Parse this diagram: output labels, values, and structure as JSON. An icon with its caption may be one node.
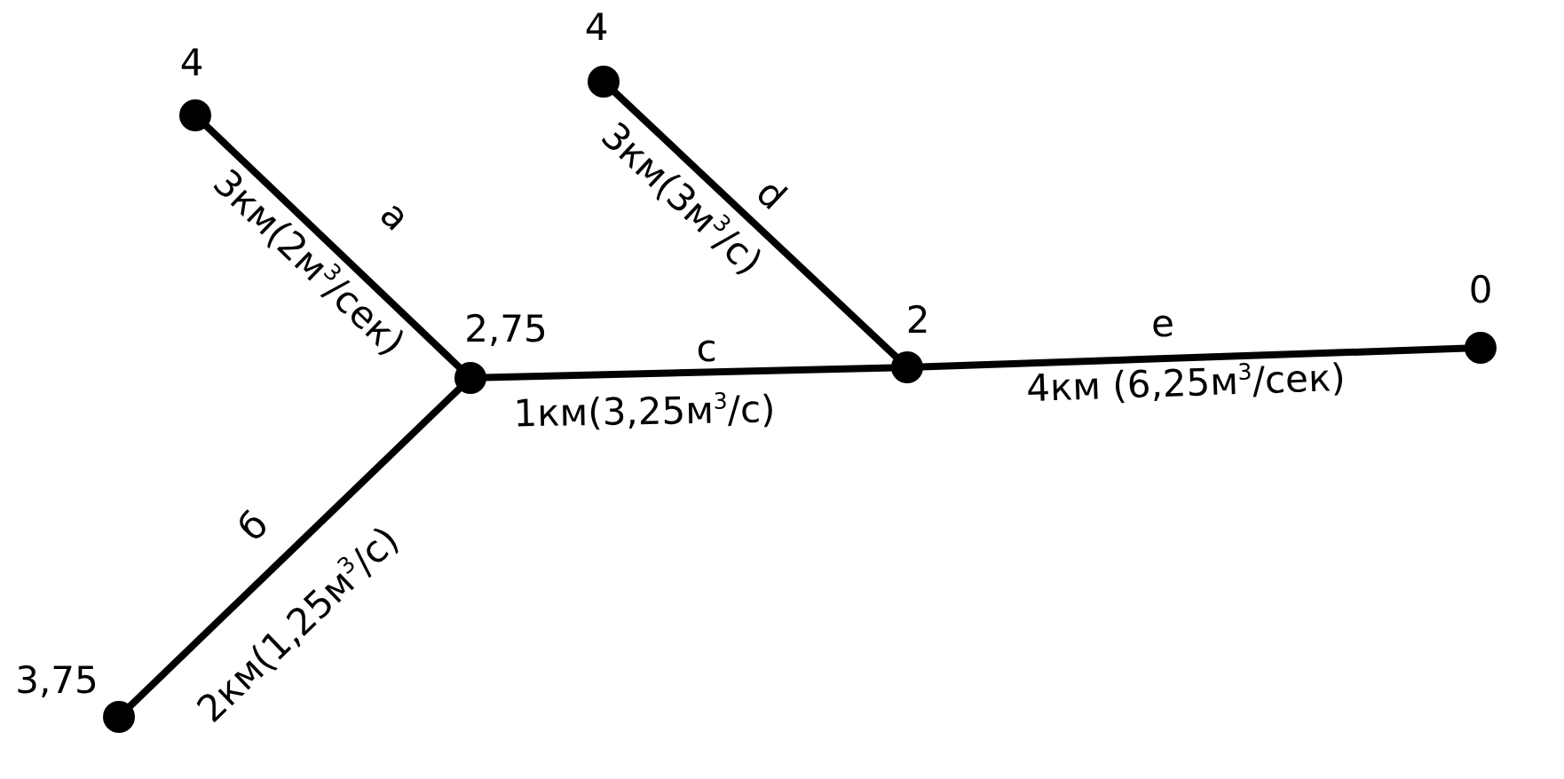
{
  "diagram": {
    "nodes": [
      {
        "text": [],
        "shape": "circle",
        "beside": [
          "4"
        ]
      },
      {
        "text": [],
        "shape": "circle",
        "beside": [
          "2,75"
        ]
      },
      {
        "text": [],
        "shape": "circle",
        "beside": [
          "4"
        ]
      },
      {
        "text": [],
        "shape": "circle",
        "beside": [
          "2"
        ]
      },
      {
        "text": [],
        "shape": "circle",
        "beside": [
          "0"
        ]
      },
      {
        "text": [],
        "shape": "circle",
        "beside": [
          "3,75"
        ]
      }
    ],
    "edges": [
      {
        "from": 0,
        "to": 1,
        "arrow": "none",
        "label": "a"
      },
      {
        "from": 2,
        "to": 3,
        "arrow": "none",
        "label": "d"
      },
      {
        "from": 1,
        "to": 3,
        "arrow": "none",
        "label": "c"
      },
      {
        "from": 3,
        "to": 4,
        "arrow": "none",
        "label": "e"
      },
      {
        "from": 5,
        "to": 1,
        "arrow": "none",
        "label": "б"
      }
    ],
    "labels": [
      "3км(2м$^{3}$/сек)",
      "3км(3м$^{3}$/с)",
      "1км(3,25м$^{3}$/с)",
      "4км (6,25м$^{3}$/сек)",
      "2км(1,25м$^{3}$/с)"
    ]
  }
}
